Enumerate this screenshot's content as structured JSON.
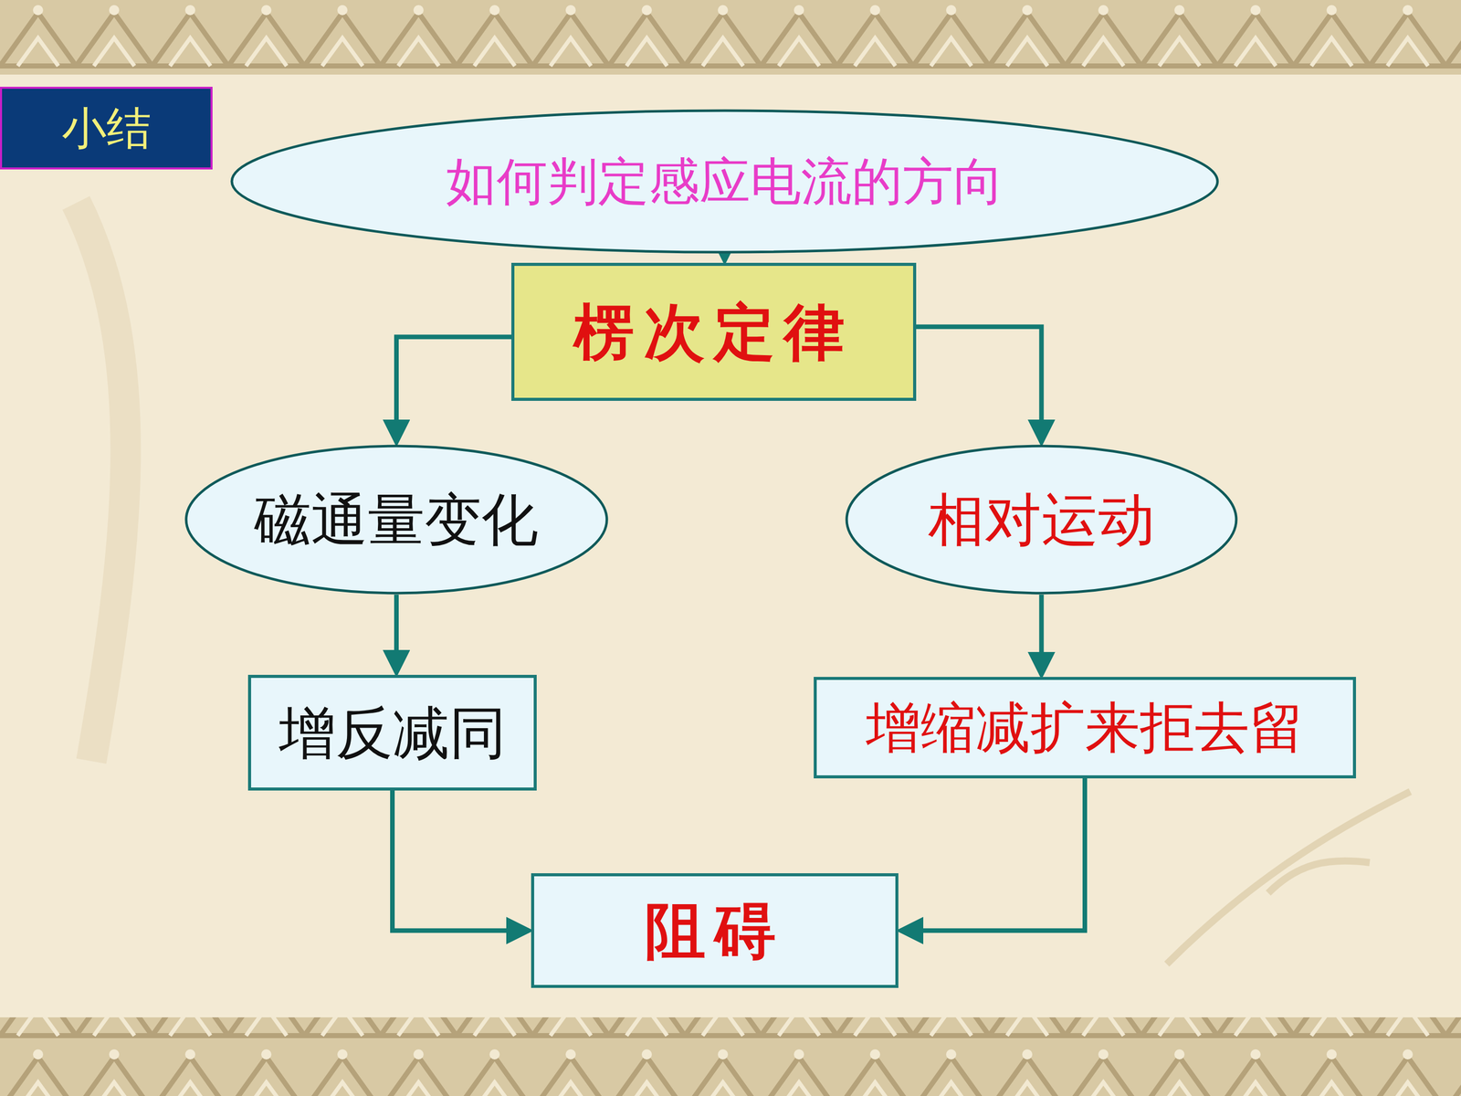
{
  "diagram": {
    "title": "小结",
    "nodes": [
      {
        "text": [
          "如何判定感应电流的方向"
        ]
      },
      {
        "text": [
          "楞次定律"
        ]
      },
      {
        "text": [
          "磁通量变化"
        ]
      },
      {
        "text": [
          "相对运动"
        ]
      },
      {
        "text": [
          "增反减同"
        ]
      },
      {
        "text": [
          "增缩减扩来拒去留"
        ]
      },
      {
        "text": [
          "阻碍"
        ]
      }
    ],
    "edges": [
      {
        "from": 0,
        "to": 1,
        "arrow": "to"
      },
      {
        "from": 1,
        "to": 2,
        "arrow": "to"
      },
      {
        "from": 1,
        "to": 3,
        "arrow": "to"
      },
      {
        "from": 2,
        "to": 4,
        "arrow": "to"
      },
      {
        "from": 3,
        "to": 5,
        "arrow": "to"
      },
      {
        "from": 4,
        "to": 6,
        "arrow": "to"
      },
      {
        "from": 5,
        "to": 6,
        "arrow": "to"
      }
    ]
  }
}
